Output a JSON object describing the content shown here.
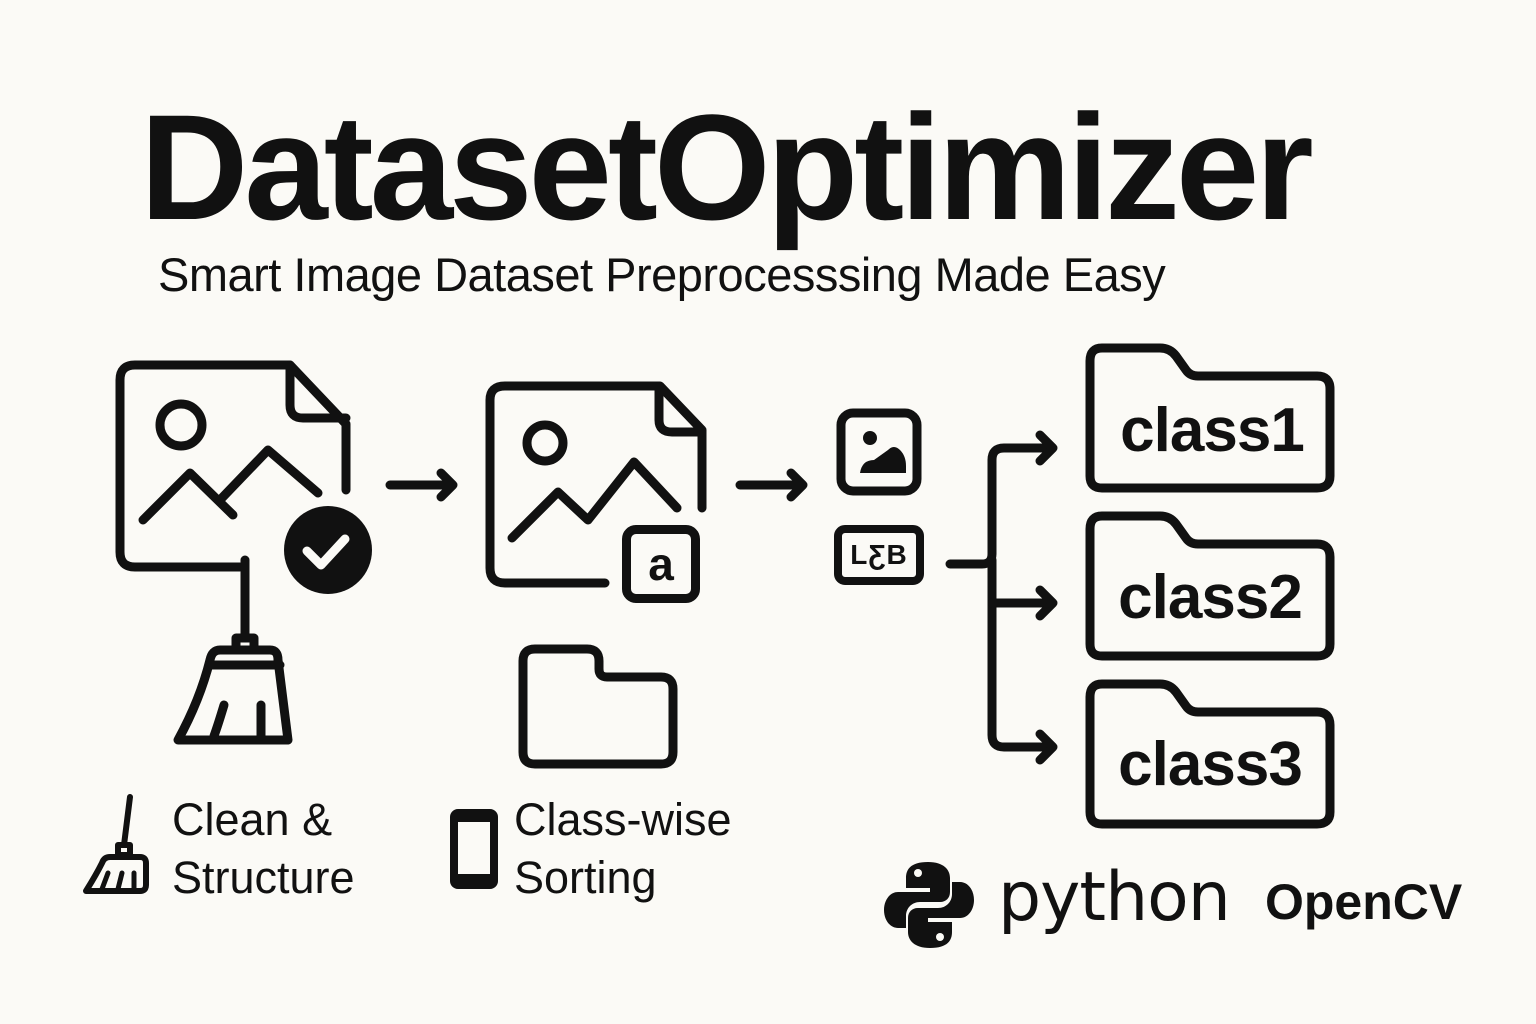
{
  "header": {
    "title": "DatasetOptimizer",
    "subtitle": "Smart Image Dataset Preprocesssing Made Easy"
  },
  "pipeline": {
    "steps": [
      {
        "name": "clean",
        "icons": [
          "image-file-icon",
          "check-circle-icon",
          "broom-icon"
        ]
      },
      {
        "name": "label",
        "icons": [
          "image-file-icon",
          "letter-badge-icon",
          "folder-icon"
        ],
        "badge_letter": "a"
      },
      {
        "name": "sort",
        "icons": [
          "image-thumbnail-icon",
          "label-tag-icon"
        ],
        "tag_text": "LƸB"
      }
    ],
    "arrows": [
      "arrow-right",
      "arrow-right"
    ]
  },
  "folders": [
    {
      "label": "class1"
    },
    {
      "label": "class2"
    },
    {
      "label": "class3"
    }
  ],
  "features": [
    {
      "icon": "broom-icon",
      "line1": "Clean &",
      "line2": "Structure"
    },
    {
      "icon": "phone-icon",
      "line1": "Class-wise",
      "line2": "Sorting"
    }
  ],
  "tech": {
    "python_label": "python",
    "opencv_label": "OpenCV"
  },
  "colors": {
    "background": "#fbfaf6",
    "ink": "#111111"
  }
}
